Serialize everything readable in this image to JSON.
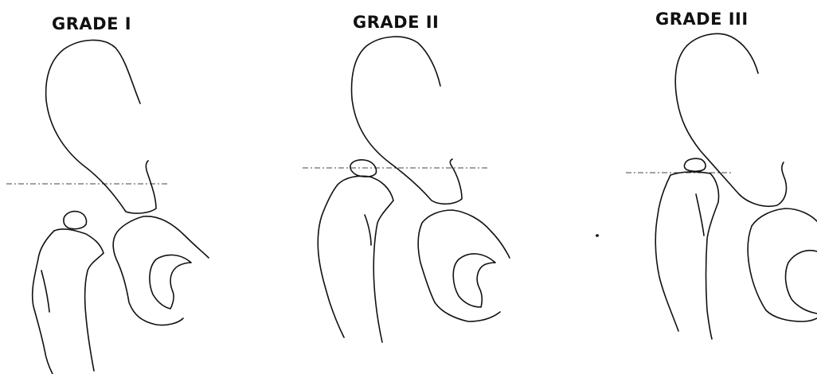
{
  "panels": [
    {
      "title": "GRADE I"
    },
    {
      "title": "GRADE II"
    },
    {
      "title": "GRADE III"
    }
  ],
  "colors": {
    "line": "#111111",
    "background": "#ffffff"
  }
}
